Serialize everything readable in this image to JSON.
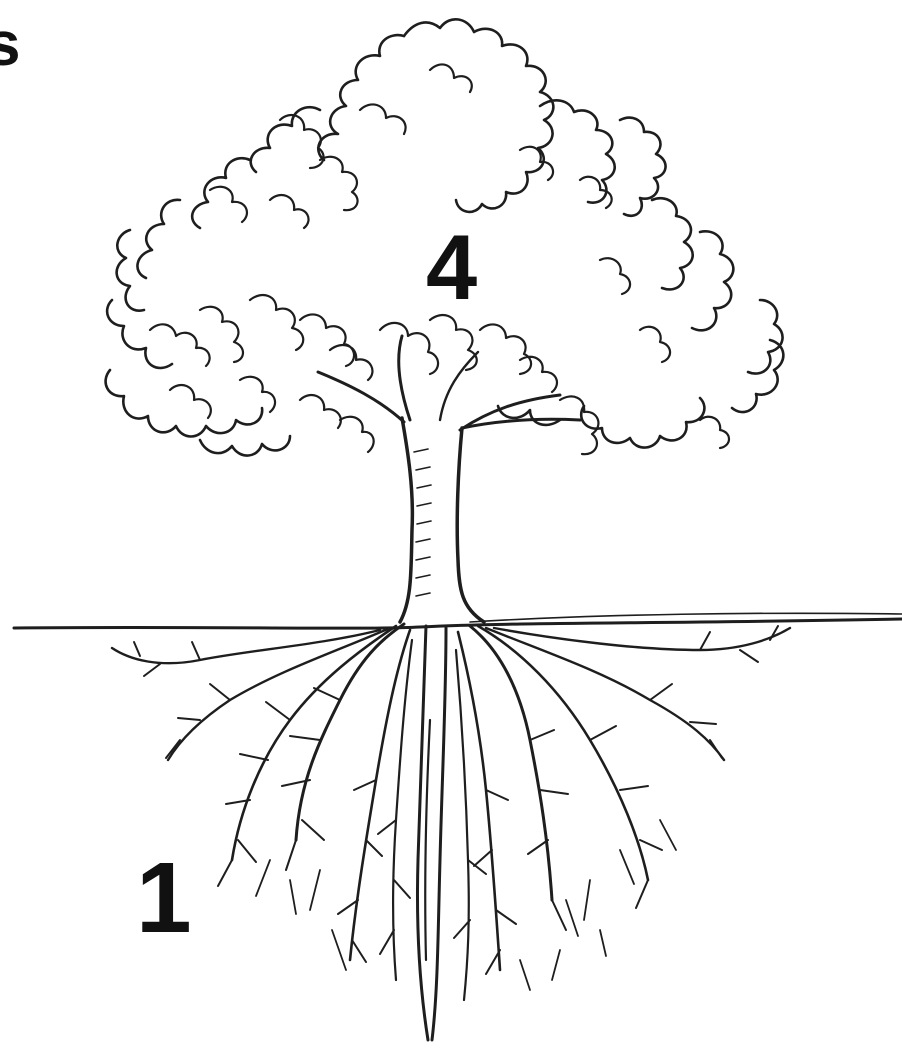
{
  "labels": {
    "corner": "s",
    "canopy": "4",
    "roots": "1"
  },
  "colors": {
    "ink": "#1e1e1e",
    "background": "#ffffff"
  }
}
